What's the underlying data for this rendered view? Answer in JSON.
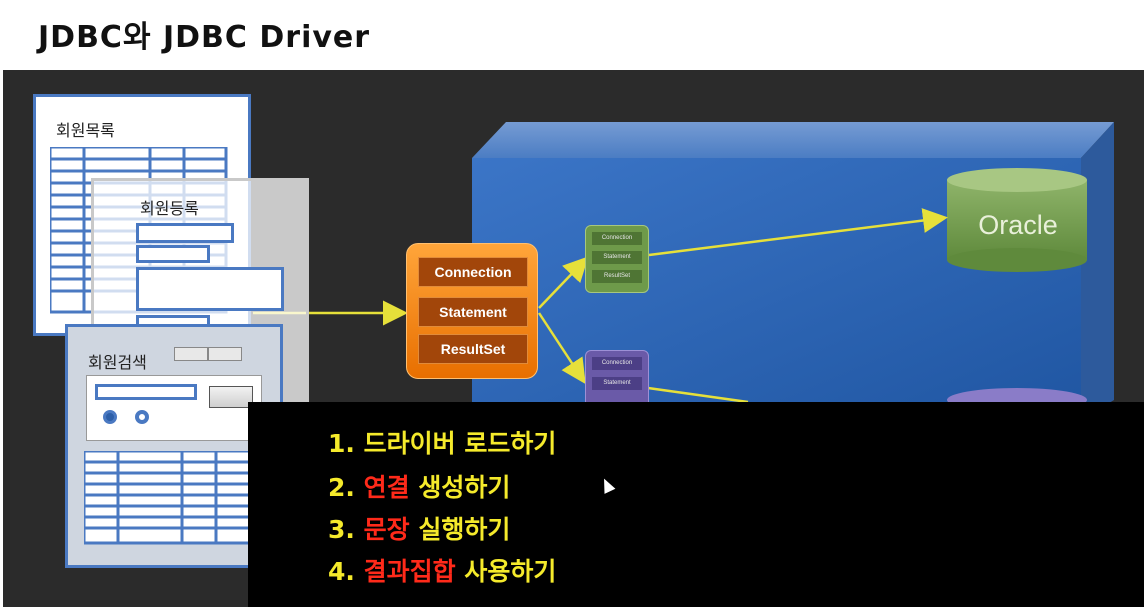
{
  "title": "JDBC와 JDBC Driver",
  "forms": {
    "list_title": "회원목록",
    "register_title": "회원등록",
    "search_title": "회원검색"
  },
  "driver_box": {
    "items": [
      "Connection",
      "Statement",
      "ResultSet"
    ]
  },
  "mini_boxes": {
    "green": [
      "Connection",
      "Statement",
      "ResultSet"
    ],
    "purple": [
      "Connection",
      "Statement"
    ]
  },
  "database": {
    "label": "Oracle"
  },
  "steps": [
    {
      "num": "1.",
      "pre": "드라이버 로드하기",
      "highlight": "",
      "post": ""
    },
    {
      "num": "2.",
      "pre": "",
      "highlight": "연결",
      "post": " 생성하기"
    },
    {
      "num": "3.",
      "pre": "",
      "highlight": "문장",
      "post": " 실행하기"
    },
    {
      "num": "4.",
      "pre": "",
      "highlight": "결과집합",
      "post": " 사용하기"
    }
  ],
  "colors": {
    "step_text": "#f5ea2b",
    "step_highlight": "#ff2a1a",
    "form_border": "#4a79c2",
    "driver_orange": "#f08a1c",
    "cube_blue": "#2a62b7",
    "arrow": "#e6e03a"
  }
}
